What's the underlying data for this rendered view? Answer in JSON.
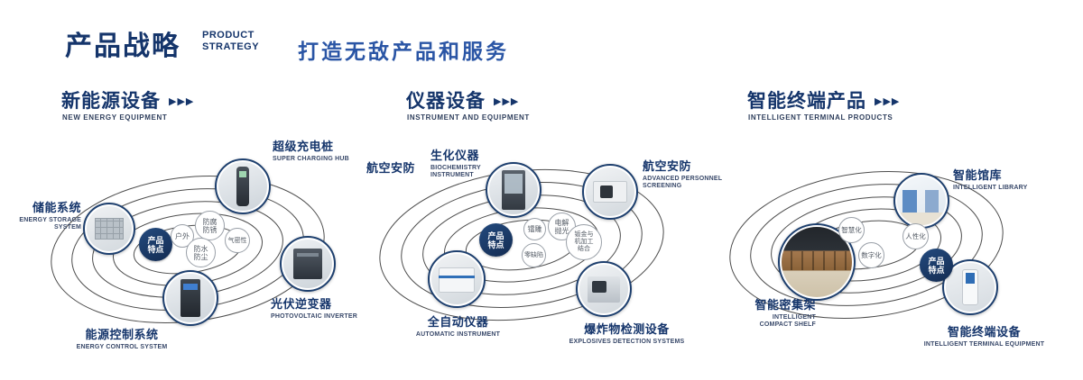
{
  "header": {
    "title": "产品战略",
    "subtitle_lines": [
      "PRODUCT",
      "STRATEGY"
    ],
    "tagline": "打造无敌产品和服务"
  },
  "sections": [
    {
      "title": "新能源设备",
      "arrows": "▶▶▶",
      "subtitle": "NEW ENERGY EQUIPMENT",
      "badge": "产品特点",
      "products": [
        {
          "name": "储能系统",
          "en": "ENERGY STORAGE SYSTEM"
        },
        {
          "name": "超级充电桩",
          "en": "SUPER CHARGING HUB"
        },
        {
          "name": "光伏逆变器",
          "en": "PHOTOVOLTAIC INVERTER"
        },
        {
          "name": "能源控制系统",
          "en": "ENERGY CONTROL SYSTEM"
        }
      ],
      "features": [
        "户外",
        "防腐防锈",
        "气密性",
        "防水防尘"
      ]
    },
    {
      "title": "仪器设备",
      "arrows": "▶▶▶",
      "subtitle": "INSTRUMENT AND EQUIPMENT",
      "badge": "产品特点",
      "extra_label": "航空安防",
      "products": [
        {
          "name": "生化仪器",
          "en": "BIOCHEMISTRY INSTRUMENT"
        },
        {
          "name": "航空安防",
          "en": "ADVANCED PERSONNEL SCREENING"
        },
        {
          "name": "全自动仪器",
          "en": "AUTOMATIC INSTRUMENT"
        },
        {
          "name": "爆炸物检测设备",
          "en": "EXPLOSIVES DETECTION SYSTEMS"
        }
      ],
      "features": [
        "镭雕",
        "电解抛光",
        "零缺陷",
        "钣金与机加工结合"
      ]
    },
    {
      "title": "智能终端产品",
      "arrows": "▶▶▶",
      "subtitle": "INTELLIGENT TERMINAL PRODUCTS",
      "badge": "产品特点",
      "products": [
        {
          "name": "智能馆库",
          "en": "INTELLIGENT LIBRARY"
        },
        {
          "name": "智能密集架",
          "en": "INTELLIGENT COMPACT SHELF"
        },
        {
          "name": "智能终端设备",
          "en": "INTELLIGENT TERMINAL EQUIPMENT"
        }
      ],
      "features": [
        "智慧化",
        "人性化",
        "数字化"
      ]
    }
  ]
}
